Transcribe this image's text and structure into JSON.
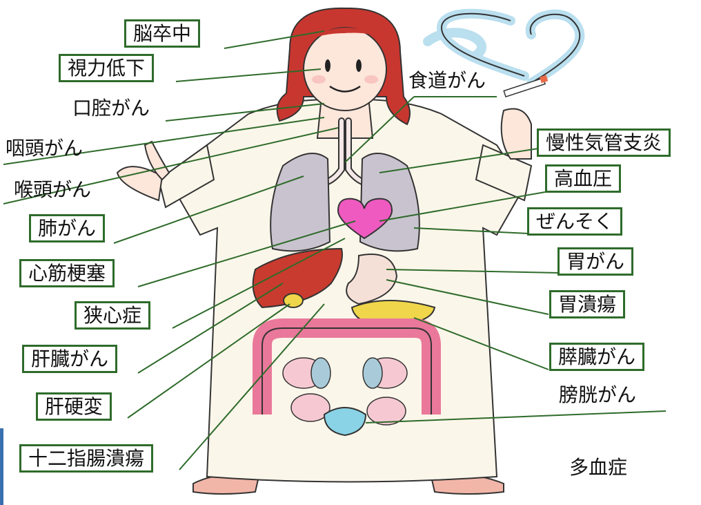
{
  "colors": {
    "label_border": "#2e6b2a",
    "leader_line": "#2e6b2a",
    "coat": "#fbf6ea",
    "hair": "#c8372f",
    "skin": "#fde6da",
    "lung": "#c9c3cf",
    "heart": "#ee5ac0",
    "liver": "#c93b2e",
    "intestine": "#e9789a",
    "pancreas": "#f0d64a",
    "kidney": "#a9cbd9",
    "bladder": "#8ad3e6",
    "smoke": "#a9d8ec"
  },
  "labels": {
    "stroke": "脳卒中",
    "vision": "視力低下",
    "oral_cancer": "口腔がん",
    "pharynx_cancer": "咽頭がん",
    "larynx_cancer": "喉頭がん",
    "lung_cancer": "肺がん",
    "mi": "心筋梗塞",
    "angina": "狭心症",
    "liver_cancer": "肝臓がん",
    "cirrhosis": "肝硬変",
    "duodenal_ulcer": "十二指腸潰瘍",
    "esophageal_cancer": "食道がん",
    "bronchitis": "慢性気管支炎",
    "hypertension": "高血圧",
    "asthma": "ぜんそく",
    "gastric_cancer": "胃がん",
    "gastric_ulcer": "胃潰瘍",
    "pancreatic_cancer": "膵臓がん",
    "bladder_cancer": "膀胱がん",
    "polycythemia": "多血症"
  }
}
